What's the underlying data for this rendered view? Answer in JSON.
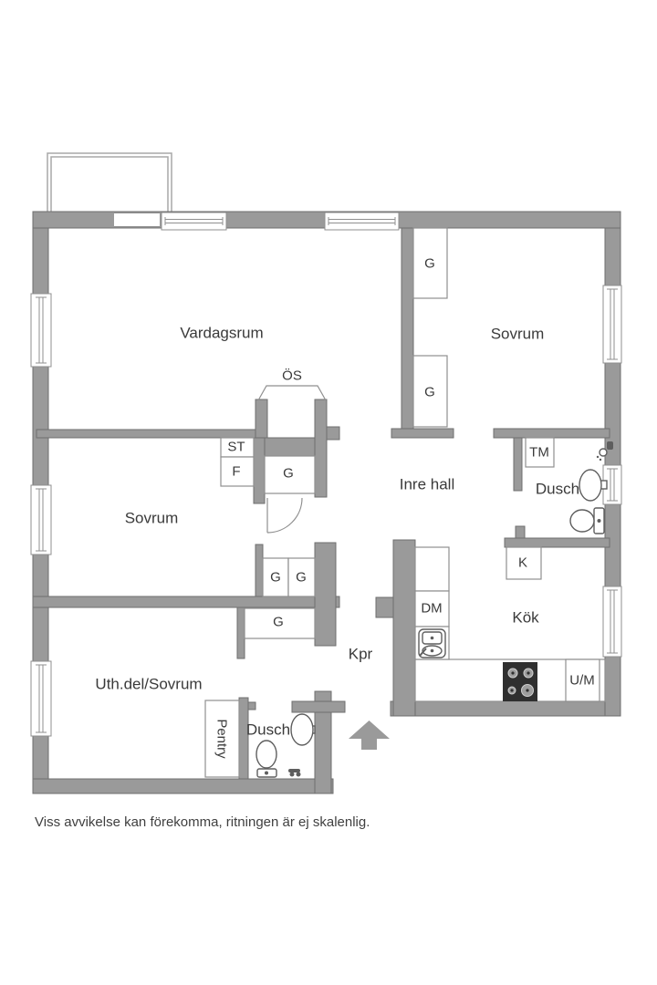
{
  "rooms": {
    "vardagsrum": "Vardagsrum",
    "sovrum_1": "Sovrum",
    "sovrum_2": "Sovrum",
    "inre_hall": "Inre hall",
    "kok": "Kök",
    "kpr": "Kpr",
    "dusch_1": "Dusch",
    "dusch_2": "Dusch",
    "uthdel_sovrum": "Uth.del/Sovrum"
  },
  "labels": {
    "g": "G",
    "os": "ÖS",
    "st": "ST",
    "f": "F",
    "tm": "TM",
    "k": "K",
    "dm": "DM",
    "um": "U/M",
    "pentry": "Pentry"
  },
  "disclaimer": "Viss avvikelse kan förekomma, ritningen är ej skalenlig.",
  "colors": {
    "wall": "#9a9a9a",
    "stroke": "#6f6f6f",
    "line": "#8f8f8f",
    "fixture": "#5e5e5e",
    "stove": "#2f2f2f",
    "text": "#3a3a3a",
    "bg": "#ffffff"
  }
}
